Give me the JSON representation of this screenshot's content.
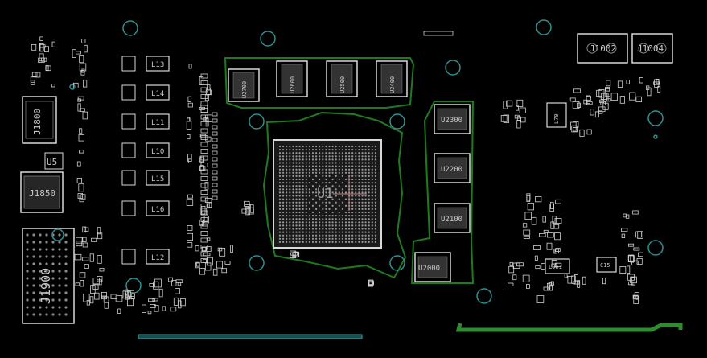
{
  "board": {
    "background_color": "#000000",
    "silkscreen_color": "#d8d8d8",
    "outline_color": "#1f7a1f",
    "trace_color": "#2e8b2e",
    "pad_color": "#8a8a8a",
    "via_color": "#2f8f8f"
  },
  "labels": {
    "u1": "U1",
    "u2700": "U2700",
    "u2600": "U2600",
    "u2500": "U2500",
    "u2400": "U2400",
    "u2300": "U2300",
    "u2200": "U2200",
    "u2100": "U2100",
    "u2000": "U2000",
    "u5": "U5",
    "j1800": "J1800",
    "j1850": "J1850",
    "j1900": "J1900",
    "j1002": "J1002",
    "j1004": "J1004",
    "l13": "L13",
    "l14": "L14",
    "l11": "L11",
    "l10": "L10",
    "l15": "L15",
    "l16": "L16",
    "l12": "L12",
    "l961": "L961",
    "l70": "L70",
    "c15": "C15"
  }
}
